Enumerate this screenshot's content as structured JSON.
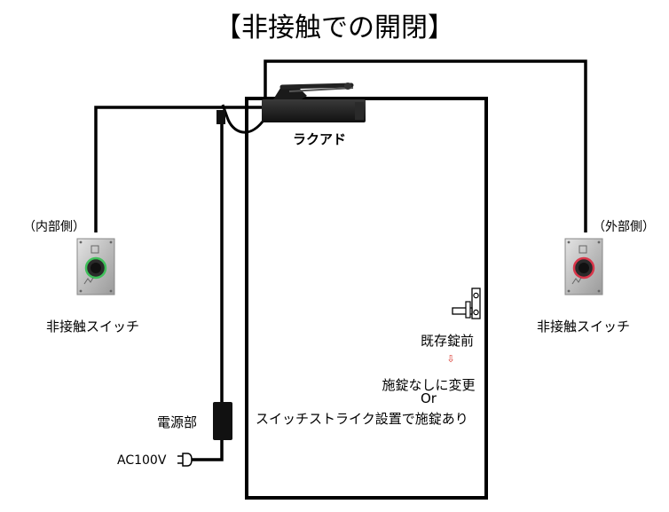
{
  "title": "【非接触での開閉】",
  "labels": {
    "closer": "ラクアド",
    "inside_side": "（内部側）",
    "outside_side": "（外部側）",
    "switch_left": "非接触スイッチ",
    "switch_right": "非接触スイッチ",
    "existing_lock": "既存錠前",
    "change_arrow": "⇩",
    "change_1": "施錠なしに変更",
    "change_or": "Or",
    "change_2": "スイッチストライク設置で施錠あり",
    "power_unit": "電源部",
    "ac_input": "AC100V"
  },
  "colors": {
    "wire": "#000000",
    "arrow": "#d8342a",
    "switch_plate": "#c9c9c9",
    "sensor_left_ring": "#3fbf5a",
    "sensor_right_ring": "#d9364a"
  },
  "icons": {
    "switch_left": "touchless-switch-icon",
    "switch_right": "touchless-switch-icon",
    "closer": "door-closer-icon",
    "lock": "door-lock-icon",
    "power": "power-supply-icon",
    "plug": "ac-plug-icon"
  }
}
